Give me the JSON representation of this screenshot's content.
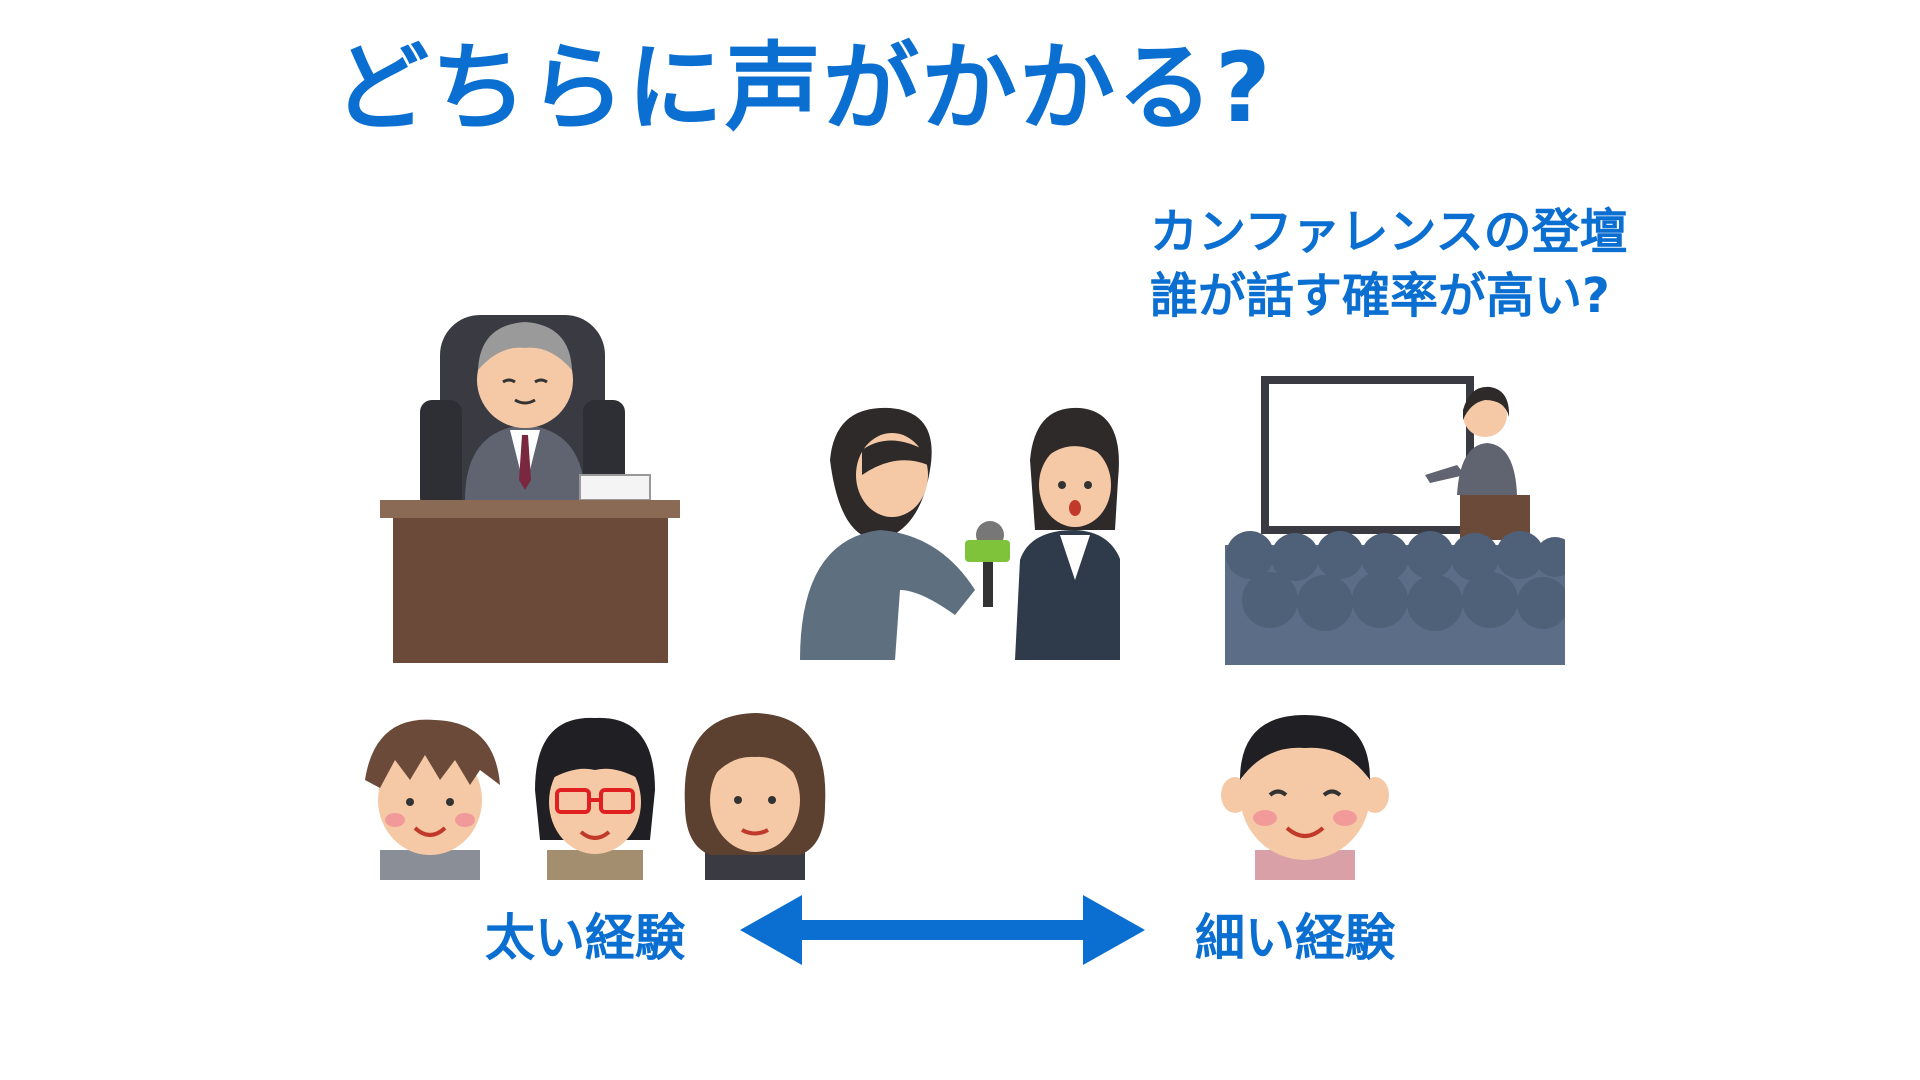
{
  "slide": {
    "title": "どちらに声がかかる?",
    "question": {
      "line1": "カンファレンスの登壇",
      "line2": "誰が話す確率が高い?"
    },
    "left_label": "太い経験",
    "right_label": "細い経験"
  },
  "colors": {
    "accent": "#0a6fd1",
    "desk": "#6b4a3a",
    "suit": "#5f6470",
    "audience": "#5c6e87"
  },
  "icons": {
    "arrow": "double-headed-arrow",
    "executive": "executive-at-desk",
    "interview": "interview-with-microphone",
    "presenter": "presenter-at-conference",
    "people": [
      "man-face",
      "woman-glasses-face",
      "woman-face",
      "smiling-man-face"
    ]
  }
}
